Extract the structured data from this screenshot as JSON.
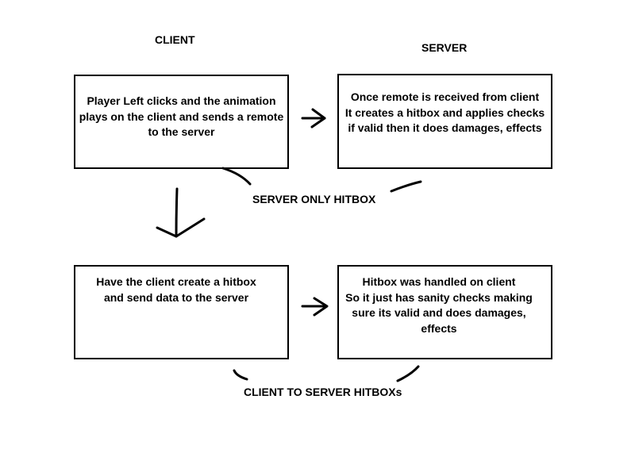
{
  "headers": {
    "client": "CLIENT",
    "server": "SERVER"
  },
  "boxes": {
    "client_top": {
      "lines": [
        "Player Left clicks and the animation",
        "plays on the client and sends a remote",
        "to the server"
      ]
    },
    "server_top": {
      "lines": [
        "Once remote is received from client",
        "It creates a hitbox and applies checks",
        "if valid then it does damages, effects"
      ]
    },
    "client_bottom": {
      "lines": [
        "Have the client create a hitbox",
        "and send data to the server"
      ]
    },
    "server_bottom": {
      "lines": [
        "Hitbox was handled on client",
        "So it just has sanity checks making",
        "sure its valid and does damages,",
        "effects"
      ]
    }
  },
  "group_labels": {
    "server_only": "SERVER ONLY HITBOX",
    "client_to_server": "CLIENT TO SERVER HITBOXs"
  },
  "colors": {
    "ink": "#000000",
    "background": "#ffffff"
  }
}
